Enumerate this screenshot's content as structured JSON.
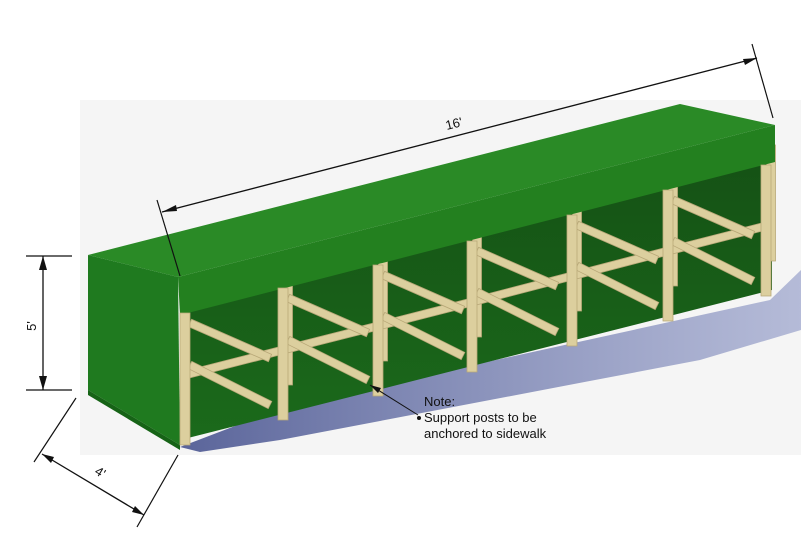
{
  "dimensions": {
    "length": "16'",
    "height": "5'",
    "depth": "4'"
  },
  "note": {
    "title": "Note:",
    "line1": "Support posts to be",
    "line2": "anchored to sidewalk"
  },
  "colors": {
    "canopy_front": "#1f7a1f",
    "canopy_top": "#2a8a26",
    "canopy_side": "#1a6a1a",
    "canopy_interior": "#155215",
    "wood": "#dccf9e",
    "wood_edge": "#b8a878",
    "shadow": "#5a67a0",
    "backdrop": "#f6f6f6"
  }
}
